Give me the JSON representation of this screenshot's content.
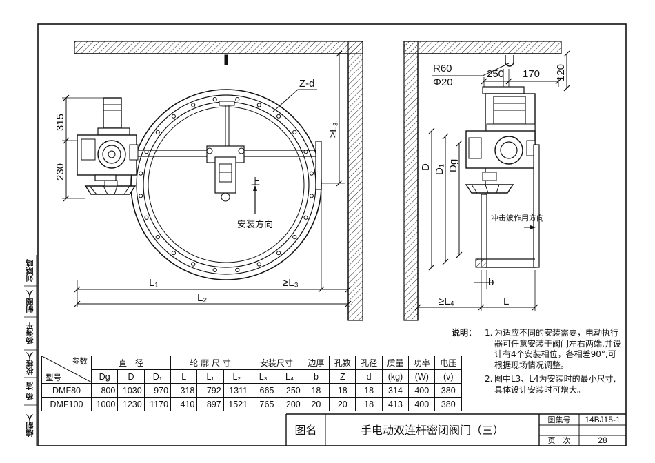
{
  "front_view": {
    "dims": {
      "d315": "315",
      "d230": "230",
      "L1": "L₁",
      "L2": "L₂",
      "L3": "≥L₃",
      "L3v": "≥L₃",
      "Zd": "Z-d"
    },
    "labels": {
      "up": "上",
      "install_direction": "安装方向"
    }
  },
  "side_view": {
    "dims": {
      "R60": "R60",
      "phi20": "Φ20",
      "d250": "250",
      "d170": "170",
      "d120": "120",
      "D": "D",
      "D1": "D₁",
      "Dg": "Dg",
      "b": "b",
      "L4": "≥L₄",
      "L": "L"
    },
    "labels": {
      "shock_wave": "冲击波作用方向"
    }
  },
  "table": {
    "corner_top": "参数",
    "corner_bottom": "型号",
    "group_headers": [
      "直　径",
      "轮 廓 尺 寸",
      "安装尺寸",
      "边厚",
      "孔数",
      "孔径",
      "质量",
      "功率",
      "电压"
    ],
    "sub_headers": [
      "Dg",
      "D",
      "D₁",
      "L",
      "L₁",
      "L₂",
      "L₃",
      "L₄",
      "b",
      "Z",
      "d",
      "(kg)",
      "(W)",
      "(v)"
    ],
    "rows": [
      {
        "model": "DMF80",
        "values": [
          "800",
          "1030",
          "970",
          "318",
          "792",
          "1311",
          "665",
          "250",
          "18",
          "18",
          "18",
          "314",
          "400",
          "380"
        ]
      },
      {
        "model": "DMF100",
        "values": [
          "1000",
          "1230",
          "1170",
          "410",
          "897",
          "1521",
          "765",
          "200",
          "20",
          "20",
          "18",
          "413",
          "400",
          "380"
        ]
      }
    ]
  },
  "notes": {
    "title": "说明：",
    "items": [
      {
        "num": "1.",
        "text": "为适应不同的安装需要，电动执行器可任意安装于阀门左右两端,并设计有4个安装相位，各相差90°,可根据现场情况调整。"
      },
      {
        "num": "2.",
        "text": "图中L3、L4为安装时的最小尺寸,具体设计安装时可增大。"
      }
    ]
  },
  "title_block": {
    "name_label": "图名",
    "name": "手电动双连杆密闭阀门（三）",
    "atlas_label": "图集号",
    "atlas_value": "14BJ15-1",
    "page_label": "页　次",
    "page_value": "28"
  },
  "sidebar": {
    "roles": [
      "编制人",
      "杨 洁",
      "校核人",
      "杨海平",
      "制图人",
      "刘晓鸣"
    ]
  }
}
